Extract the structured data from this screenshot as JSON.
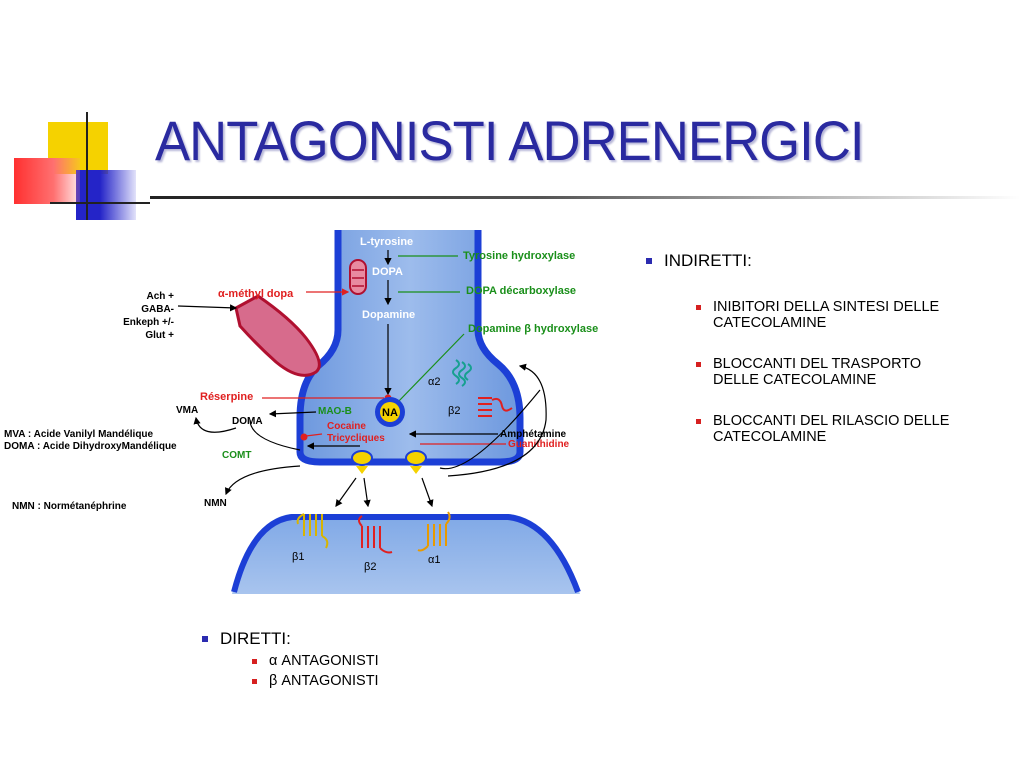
{
  "slide": {
    "title": "ANTAGONISTI ADRENERGICI"
  },
  "indiretti": {
    "heading": "INDIRETTI:",
    "items": [
      "INIBITORI DELLA SINTESI DELLE\nCATECOLAMINE",
      "BLOCCANTI DEL TRASPORTO\nDELLE CATECOLAMINE",
      "BLOCCANTI DEL RILASCIO DELLE\nCATECOLAMINE"
    ]
  },
  "diretti": {
    "heading": "DIRETTI:",
    "items": [
      "α ANTAGONISTI",
      "β ANTAGONISTI"
    ]
  },
  "diagram": {
    "l_tyrosine": "L-tyrosine",
    "dopa": "DOPA",
    "dopamine": "Dopamine",
    "tyrosine_hydroxylase": "Tyrosine hydroxylase",
    "dopa_decarboxylase": "DOPA décarboxylase",
    "dopamine_b_hydroxylase": "Dopamine β hydroxylase",
    "alpha_methyl_dopa": "α-méthyl dopa",
    "ach": "Ach +",
    "gaba": "GABA-",
    "enkeph": "Enkeph +/-",
    "glut": "Glut +",
    "reserpine": "Réserpine",
    "mao_b": "MAO-B",
    "cocaine": "Cocaine",
    "tricycliques": "Tricycliques",
    "na": "NA",
    "alpha2": "α2",
    "beta2_pre": "β2",
    "amphetamine": "Amphétamine",
    "guanithidine": "Guanithidine",
    "vma": "VMA",
    "doma": "DOMA",
    "comt": "COMT",
    "mva_def": "MVA : Acide Vanilyl Mandélique",
    "doma_def": "DOMA : Acide DihydroxyMandélique",
    "nmn_def": "NMN : Normétanéphrine",
    "nmn": "NMN",
    "beta1": "β1",
    "beta2_post": "β2",
    "alpha1": "α1"
  },
  "colors": {
    "title": "#2a2aa0",
    "neuron_fill": "#8fb3e6",
    "neuron_stroke": "#1c3fd6",
    "enzyme_green": "#1a8f1a",
    "inhibitor_red": "#e02020"
  }
}
